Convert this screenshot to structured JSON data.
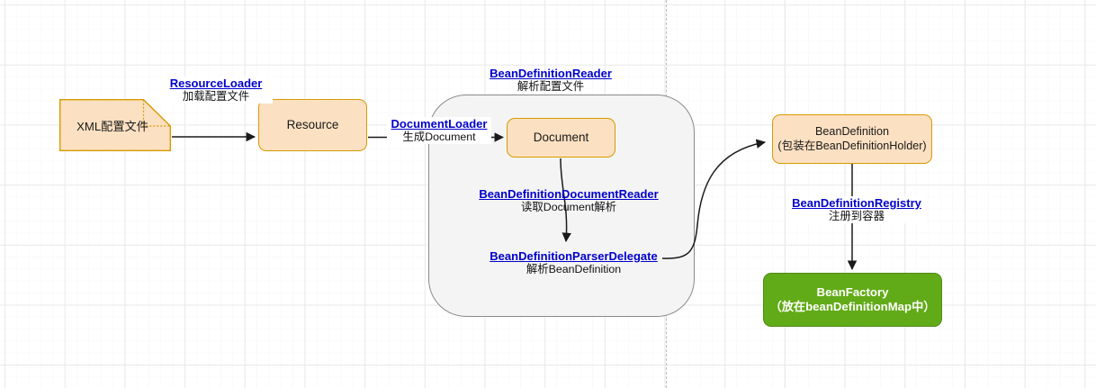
{
  "diagram": {
    "title": "Spring BeanDefinition loading flow",
    "colors": {
      "node_fill": "#fce0c2",
      "node_border": "#d79b00",
      "accent_green": "#62ab18",
      "api_text": "#0000cc",
      "group_fill": "#f4f4f4",
      "group_border": "#8a8a8a",
      "connector": "#1a1a1a"
    }
  },
  "nodes": {
    "xml_config": {
      "label": "XML配置文件"
    },
    "resource": {
      "label": "Resource"
    },
    "document": {
      "label": "Document"
    },
    "bean_definition": {
      "line1": "BeanDefinition",
      "line2": "(包装在BeanDefinitionHolder)"
    },
    "bean_factory": {
      "line1": "BeanFactory",
      "line2": "（放在beanDefinitionMap中）"
    }
  },
  "labels": {
    "resource_loader": {
      "api": "ResourceLoader",
      "desc": "加载配置文件"
    },
    "bean_definition_reader": {
      "api": "BeanDefinitionReader",
      "desc": "解析配置文件"
    },
    "document_loader": {
      "api": "DocumentLoader",
      "desc": "生成Document"
    },
    "bean_definition_document_reader": {
      "api": "BeanDefinitionDocumentReader",
      "desc": "读取Document解析"
    },
    "bean_definition_parser_delegate": {
      "api": "BeanDefinitionParserDelegate",
      "desc": "解析BeanDefinition"
    },
    "bean_definition_registry": {
      "api": "BeanDefinitionRegistry",
      "desc": "注册到容器"
    }
  }
}
